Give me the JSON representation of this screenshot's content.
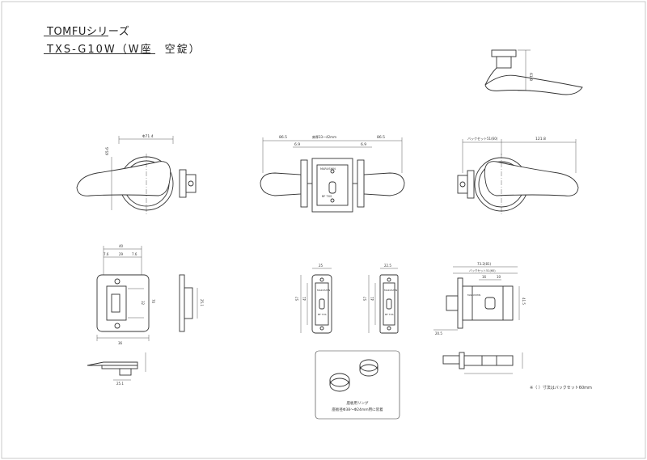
{
  "sheet": {
    "title": "TOMFUシリーズ",
    "model": "TXS-G10W（W座　空錠）",
    "note": "※（ ）寸法はバックセット60mm",
    "caption_line1": "座板用リング",
    "caption_line2": "座板径Φ38〜Φ24mm用に装着"
  },
  "dimensions": {
    "side_height": "61.8",
    "front_width": "Φ71.4",
    "front_height": "65.6",
    "center_left": "86.5",
    "center_right": "86.5",
    "center_door": "扉厚33〜42mm",
    "center_gap_left": "6.9",
    "center_gap_right": "6.9",
    "back_backset": "バックセット51(60)",
    "back_width": "121.8",
    "strike_w1": "40",
    "strike_w2": "29",
    "strike_a": "7.6",
    "strike_b": "7.6",
    "strike_bottom": "36",
    "strike_side": "32",
    "strike_side2": "70",
    "strike_right": "25.1",
    "latch1_w": "25",
    "latch1_h": "57",
    "latch1_h2": "41",
    "latch2_w": "22.5",
    "latch2_h": "57",
    "latch2_h2": "41",
    "latch_total": "73.2(81)",
    "latch_backset": "バックセット51(60)",
    "latch_a": "16",
    "latch_b": "10",
    "latch_bottom": "20.5",
    "latch_height": "41.5",
    "bottom_small": "25.1"
  },
  "labels": {
    "face_brand": "MARUSHIN",
    "face_code": "BF TXS"
  }
}
